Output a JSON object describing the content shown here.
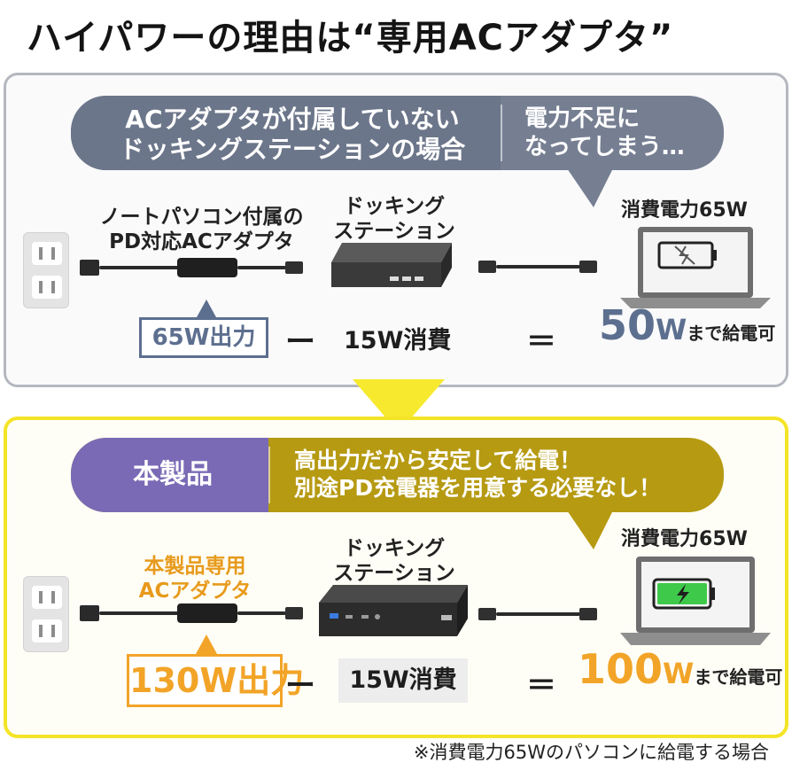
{
  "headline": "ハイパワーの理由は“専用ACアダプタ”",
  "top": {
    "bubble_left": "ACアダプタが付属していない\nドッキングステーションの場合",
    "bubble_right": "電力不足に\nなってしまう…",
    "adapter_label": "ノートパソコン付属の\nPD対応ACアダプタ",
    "dock_label": "ドッキング\nステーション",
    "laptop_label": "消費電力65W",
    "output_box": "65W出力",
    "minus": "ー",
    "consume": "15W消費",
    "equals": "＝",
    "result_num": "50",
    "result_unit": "W",
    "result_suffix": "まで給電可",
    "accent_color": "#5d6f8f"
  },
  "bottom": {
    "bubble_left": "本製品",
    "bubble_right": "高出力だから安定して給電！\n別途PD充電器を用意する必要なし！",
    "adapter_label": "本製品専用\nACアダプタ",
    "dock_label": "ドッキング\nステーション",
    "laptop_label": "消費電力65W",
    "output_box": "130W出力",
    "minus": "ー",
    "consume": "15W消費",
    "equals": "＝",
    "result_num": "100",
    "result_unit": "W",
    "result_suffix": "まで給電可",
    "accent_color": "#f2a428"
  },
  "footnote": "※消費電力65Wのパソコンに給電する場合",
  "icons": [
    "wall-outlet-icon",
    "ac-adapter-icon",
    "usb-c-cable-icon",
    "docking-station-icon",
    "laptop-icon",
    "battery-empty-icon",
    "battery-charging-icon",
    "down-arrow-icon"
  ]
}
